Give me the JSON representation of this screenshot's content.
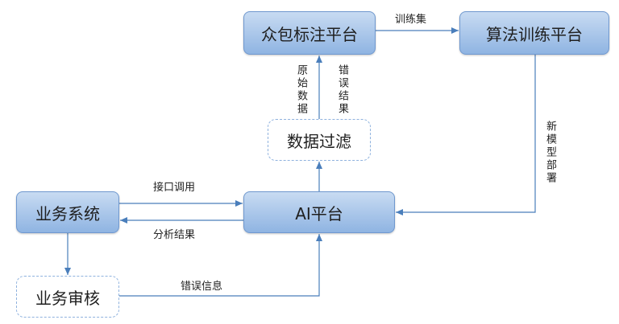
{
  "nodes": {
    "crowdsource": {
      "label": "众包标注平台"
    },
    "training": {
      "label": "算法训练平台"
    },
    "filter": {
      "label": "数据过滤"
    },
    "ai": {
      "label": "AI平台"
    },
    "business": {
      "label": "业务系统"
    },
    "review": {
      "label": "业务审核"
    }
  },
  "edges": {
    "crowdsource_to_training": {
      "label": "训练集"
    },
    "training_to_ai": {
      "label": "新模型部署"
    },
    "filter_to_crowdsource": {
      "labels": [
        "原始数据",
        "错误结果"
      ]
    },
    "business_to_ai": {
      "label": "接口调用"
    },
    "ai_to_business": {
      "label": "分析结果"
    },
    "review_to_ai": {
      "label": "错误信息"
    }
  },
  "colors": {
    "node_fill_top": "#c8dbf2",
    "node_fill_bottom": "#8fb4e2",
    "node_border": "#6f98cf",
    "dashed_border": "#8fb2de",
    "edge": "#4a7ebb",
    "text": "#1f1f1f"
  }
}
